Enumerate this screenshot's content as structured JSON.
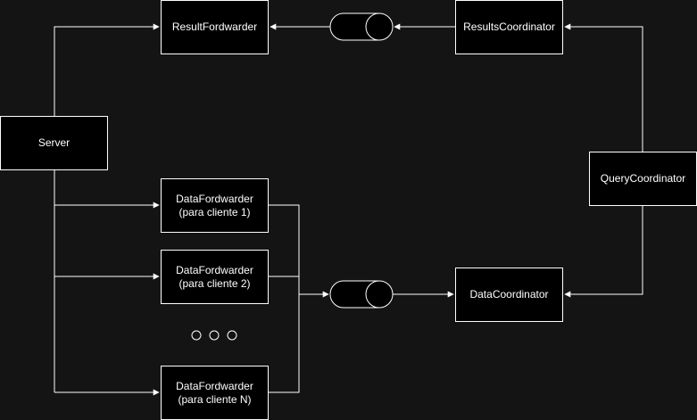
{
  "colors": {
    "background": "#141414",
    "node_fill": "#000000",
    "stroke": "#ffffff",
    "text": "#ffffff"
  },
  "nodes": {
    "result_forwarder": {
      "label": "ResultFordwarder"
    },
    "results_coordinator": {
      "label": "ResultsCoordinator"
    },
    "server": {
      "label": "Server"
    },
    "query_coordinator": {
      "label": "QueryCoordinator"
    },
    "data_coordinator": {
      "label": "DataCoordinator"
    },
    "data_forwarder_1": {
      "label": "DataFordwarder",
      "sublabel": "(para cliente 1)"
    },
    "data_forwarder_2": {
      "label": "DataFordwarder",
      "sublabel": "(para cliente 2)"
    },
    "data_forwarder_n": {
      "label": "DataFordwarder",
      "sublabel": "(para cliente N)"
    }
  },
  "queues": [
    "results-queue",
    "data-queue"
  ],
  "ellipsis": {
    "count": 3,
    "meaning": "more data forwarders"
  },
  "edges": [
    {
      "from": "server",
      "to": "result_forwarder"
    },
    {
      "from": "server",
      "to": "data_forwarder_1"
    },
    {
      "from": "server",
      "to": "data_forwarder_2"
    },
    {
      "from": "server",
      "to": "data_forwarder_n"
    },
    {
      "from": "data_forwarder_1",
      "to": "data-queue"
    },
    {
      "from": "data_forwarder_2",
      "to": "data-queue"
    },
    {
      "from": "data_forwarder_n",
      "to": "data-queue"
    },
    {
      "from": "data-queue",
      "to": "data_coordinator"
    },
    {
      "from": "query_coordinator",
      "to": "data_coordinator"
    },
    {
      "from": "query_coordinator",
      "to": "results_coordinator"
    },
    {
      "from": "results_coordinator",
      "to": "results-queue"
    },
    {
      "from": "results-queue",
      "to": "result_forwarder"
    }
  ]
}
